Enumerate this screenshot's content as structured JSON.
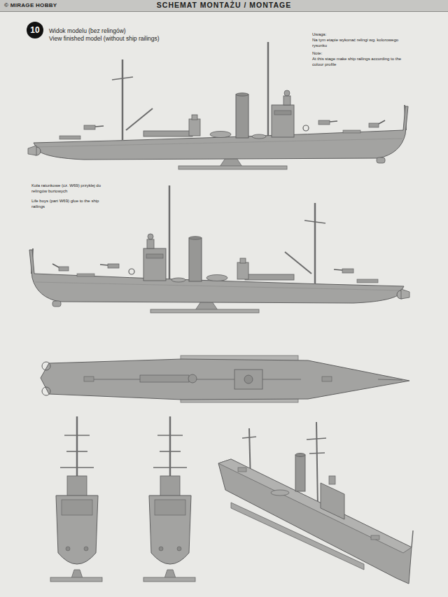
{
  "diagram": {
    "nodes": [
      {
        "text": [
          "© MIRAGE HOBBY",
          "SCHEMAT MONTAŻU / MONTAGE"
        ]
      },
      {
        "text": [
          "10"
        ]
      }
    ],
    "labels": [
      "Widok modelu (bez relingów)",
      "View finished model (without ship railings)",
      "Uwaga:",
      "Na tym etapie wykonać relingi wg. kolorowego rysunku",
      "Note:",
      "At this stage make ship railings according to the colour profile",
      "Koła ratunkowe (cz. W69) przyklej do relingów burtowych",
      "Life boys (part W69) glue to the ship railings"
    ]
  }
}
